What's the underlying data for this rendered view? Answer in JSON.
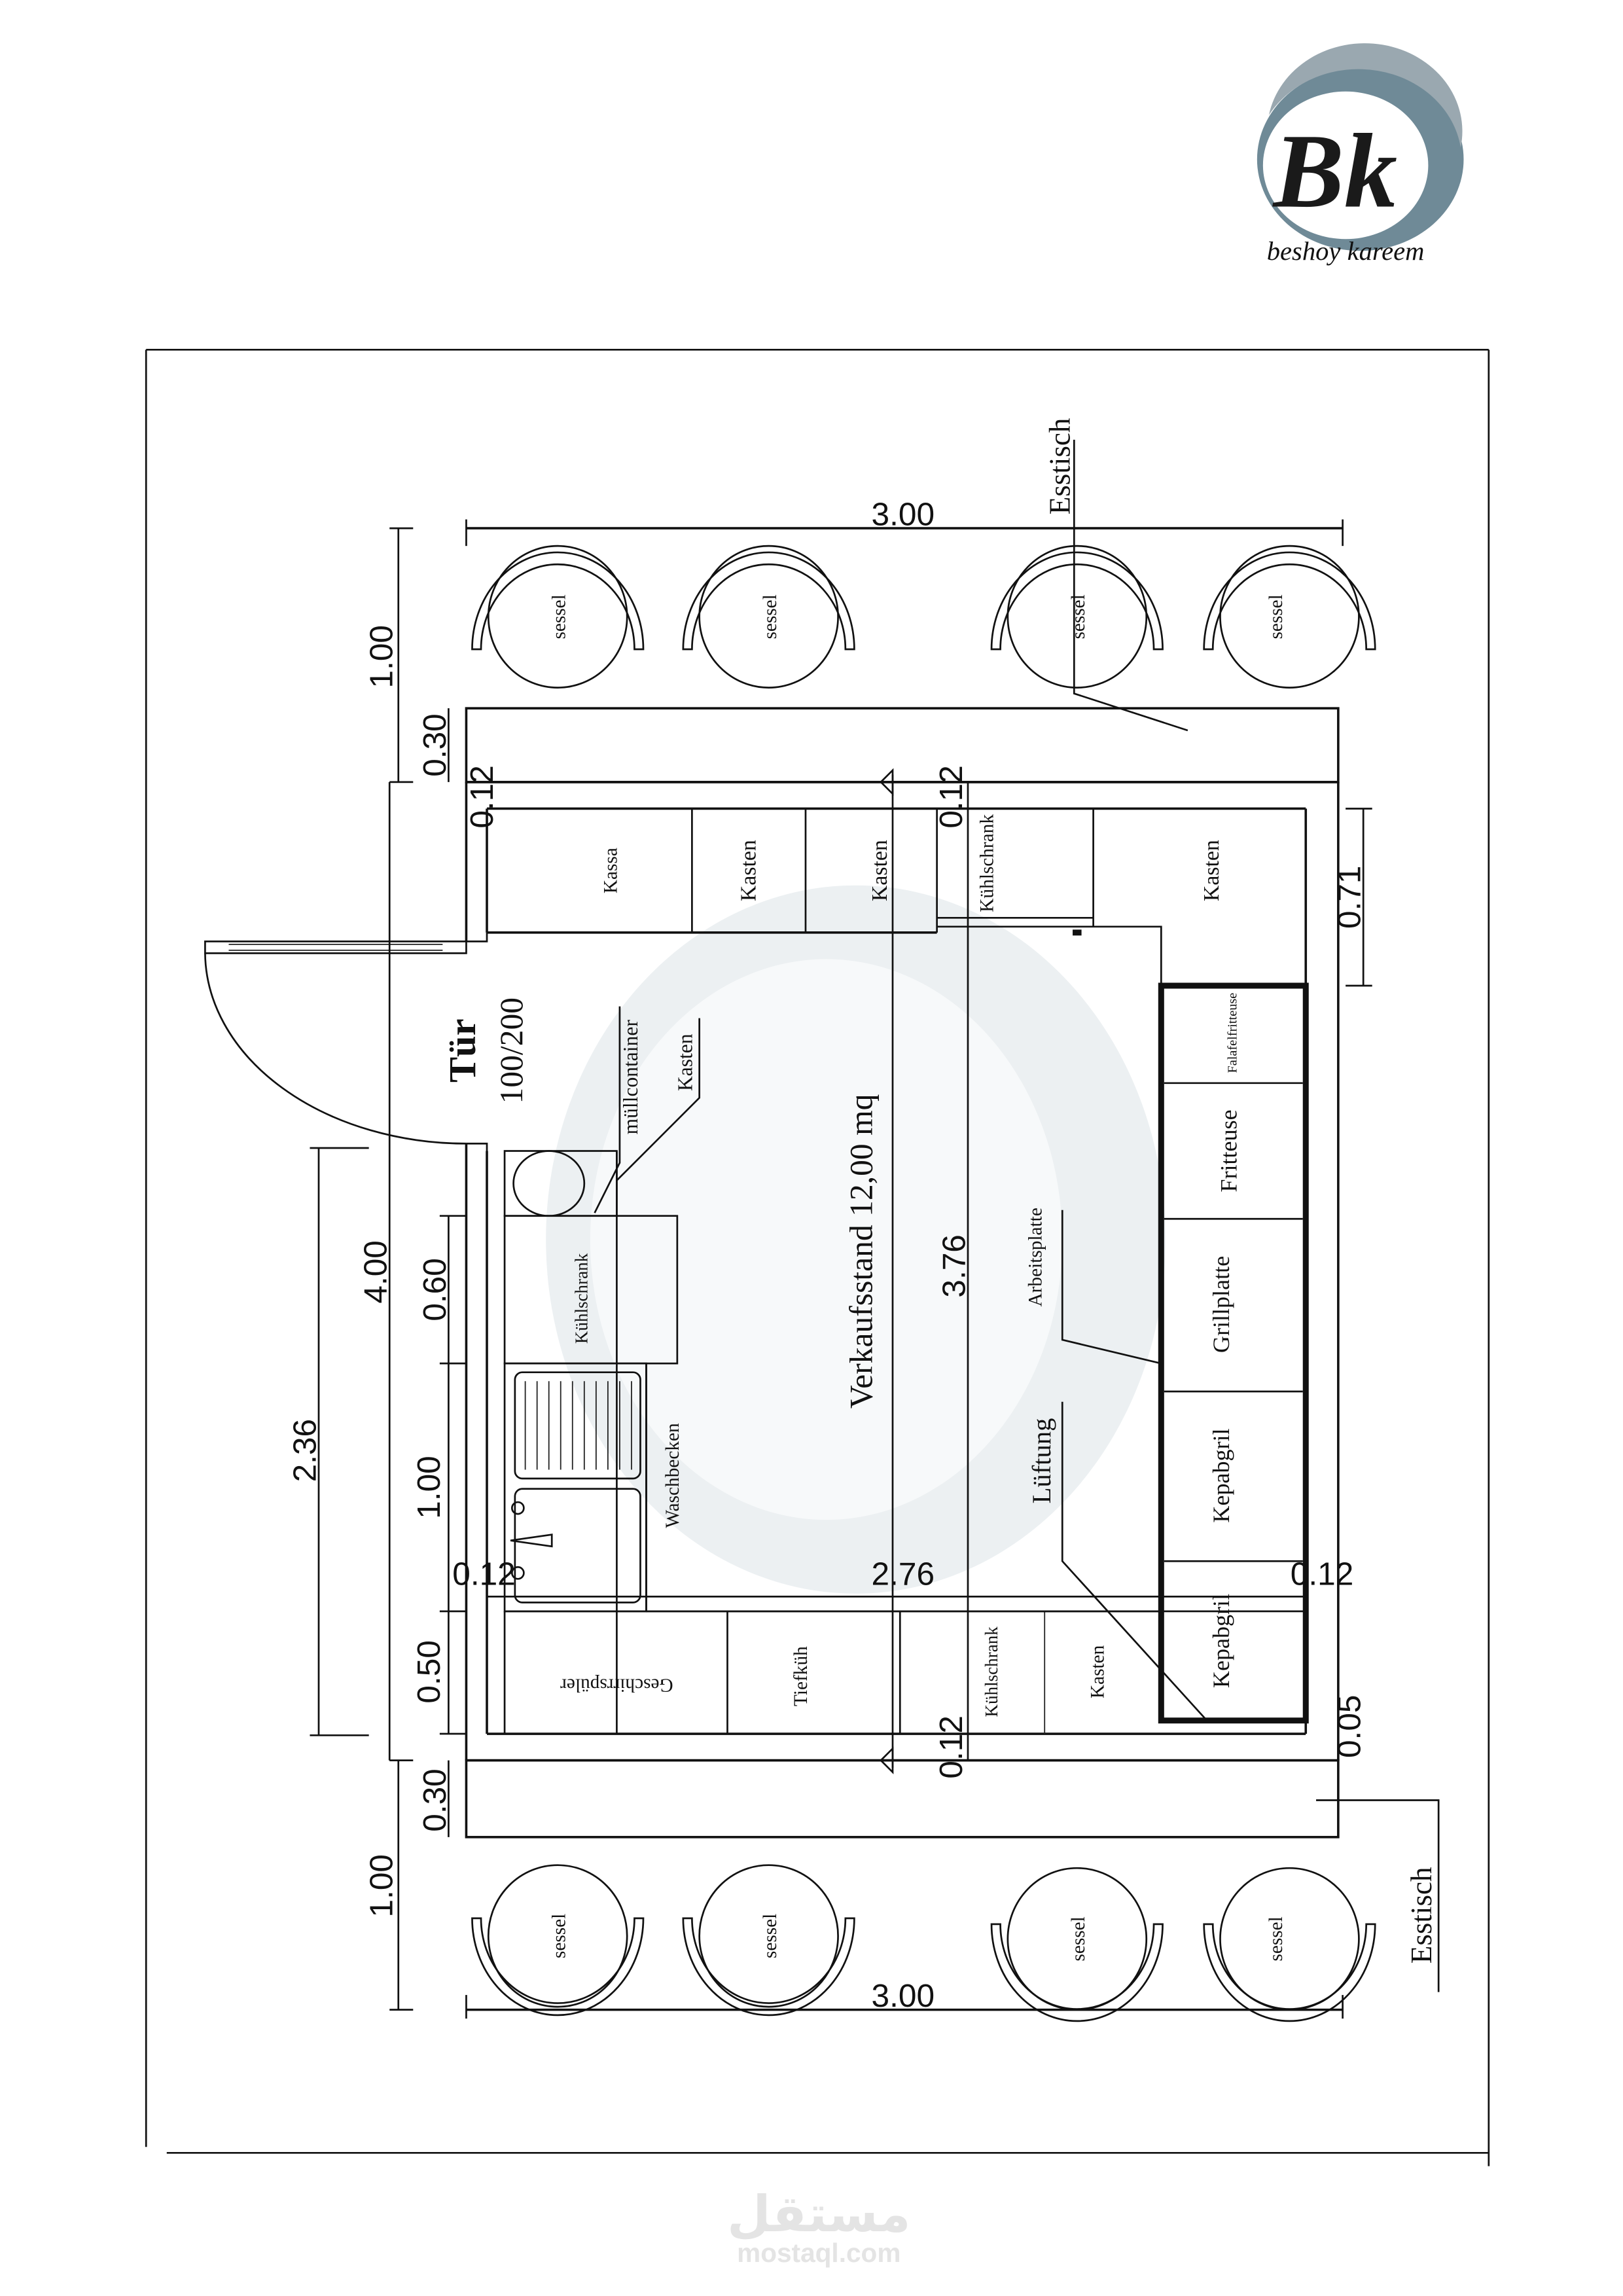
{
  "logo": {
    "monogram": "Bk",
    "signature": "beshoy kareem",
    "colors": {
      "ring_dark": "#3f6273",
      "ring_light": "#9aa8b0",
      "letters": "#1a1a1a"
    }
  },
  "plan": {
    "title_area": "Verkaufsstand  12,00  mq",
    "door": {
      "label": "Tür",
      "size": "100/200"
    },
    "top_tables": {
      "table_label": "Esstisch",
      "chairs": [
        "sessel",
        "sessel",
        "sessel",
        "sessel"
      ],
      "dim_width": "3.00",
      "dim_depth": "1.00",
      "dim_table": "0.30"
    },
    "bottom_tables": {
      "table_label": "Esstisch",
      "chairs": [
        "sessel",
        "sessel",
        "sessel",
        "sessel"
      ],
      "dim_width": "3.00",
      "dim_depth": "1.00",
      "dim_table": "0.30"
    },
    "top_row": [
      "Kassa",
      "Kasten",
      "Kasten",
      "Kühlschrank",
      "Kasten"
    ],
    "left_column": {
      "muell": "müllcontainer",
      "kasten": "Kasten",
      "fridge": "Kühlschrank",
      "sink": "Waschbecken"
    },
    "bottom_row": [
      "Geschirrspüler",
      "Tiefküh",
      "Kühlschrank",
      "Kasten"
    ],
    "cooking_line": [
      "Falafelfritteuse",
      "Fritteuse",
      "Grillplatte",
      "Kepabgril",
      "Kepabgril"
    ],
    "center_labels": {
      "worktop": "Arbeitsplatte",
      "ventilation": "Lüftung"
    },
    "dimensions": {
      "overall_height": "4.00",
      "inner_height": "3.76",
      "inner_width": "2.76",
      "left_offset": "2.36",
      "fridge_h": "0.60",
      "sink_h": "1.00",
      "dish_h": "0.50",
      "wall_top_left": "0.12",
      "wall_top_right": "0.12",
      "wall_bottom": "0.12",
      "wall_right": "0.12",
      "wall_left": "0.12",
      "right_kasten": "0.71",
      "right_gap": "0.05"
    }
  },
  "footer_watermark": {
    "arabic": "مستقل",
    "latin": "mostaql.com"
  }
}
